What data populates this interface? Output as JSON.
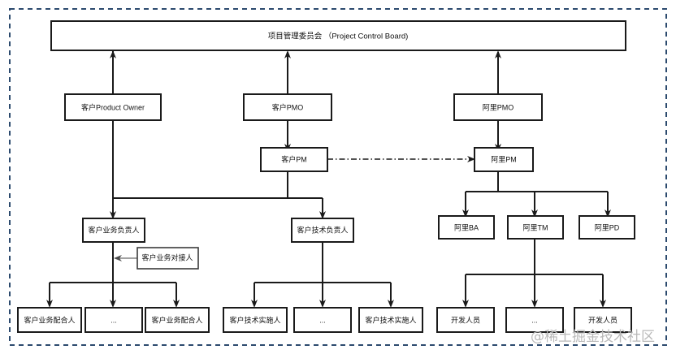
{
  "diagram": {
    "title": "项目管理委员会 （Project Control Board)",
    "frame_color": "#2c4a6e",
    "box_border_color": "#1a1a1a",
    "connector_color": "#1a1a1a",
    "watermark": "@稀土掘金技术社区",
    "nodes": {
      "pcb": "项目管理委员会 （Project Control Board)",
      "cust_product_owner": "客户Product Owner",
      "cust_pmo": "客户PMO",
      "ali_pmo": "阿里PMO",
      "cust_pm": "客户PM",
      "ali_pm": "阿里PM",
      "cust_biz_owner": "客户业务负责人",
      "cust_tech_owner": "客户技术负责人",
      "cust_biz_liaison": "客户业务对接人",
      "ali_ba": "阿里BA",
      "ali_tm": "阿里TM",
      "ali_pd": "阿里PD",
      "biz_helper_1": "客户业务配合人",
      "biz_helper_ellipsis": "...",
      "biz_helper_2": "客户业务配合人",
      "tech_impl_1": "客户技术实施人",
      "tech_impl_ellipsis": "...",
      "tech_impl_2": "客户技术实施人",
      "dev_1": "开发人员",
      "dev_ellipsis": "...",
      "dev_2": "开发人员"
    }
  }
}
